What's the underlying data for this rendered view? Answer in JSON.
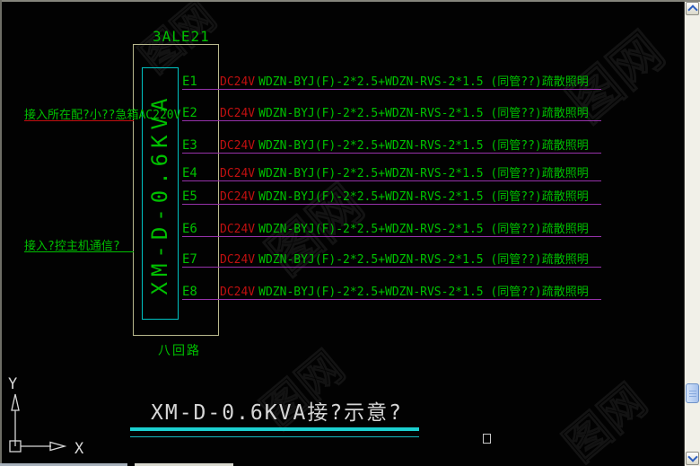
{
  "drawing": {
    "feeder_label": "3ALE21",
    "box_vertical_label": "XM-D-0.6KVA",
    "box_bottom_label": "八回路",
    "note_power": "接入所在配?小??急箱AC220V",
    "note_comm": "接入?控主机通信?",
    "title": "XM-D-0.6KVA接?示意?",
    "circuits": [
      {
        "id": "E1",
        "voltage": "DC24V",
        "cable": "WDZN-BYJ(F)-2*2.5+WDZN-RVS-2*1.5 (同管??)",
        "load": "疏散照明"
      },
      {
        "id": "E2",
        "voltage": "DC24V",
        "cable": "WDZN-BYJ(F)-2*2.5+WDZN-RVS-2*1.5 (同管??)",
        "load": "疏散照明"
      },
      {
        "id": "E3",
        "voltage": "DC24V",
        "cable": "WDZN-BYJ(F)-2*2.5+WDZN-RVS-2*1.5 (同管??)",
        "load": "疏散照明"
      },
      {
        "id": "E4",
        "voltage": "DC24V",
        "cable": "WDZN-BYJ(F)-2*2.5+WDZN-RVS-2*1.5 (同管??)",
        "load": "疏散照明"
      },
      {
        "id": "E5",
        "voltage": "DC24V",
        "cable": "WDZN-BYJ(F)-2*2.5+WDZN-RVS-2*1.5 (同管??)",
        "load": "疏散照明"
      },
      {
        "id": "E6",
        "voltage": "DC24V",
        "cable": "WDZN-BYJ(F)-2*2.5+WDZN-RVS-2*1.5 (同管??)",
        "load": "疏散照明"
      },
      {
        "id": "E7",
        "voltage": "DC24V",
        "cable": "WDZN-BYJ(F)-2*2.5+WDZN-RVS-2*1.5 (同管??)",
        "load": "疏散照明"
      },
      {
        "id": "E8",
        "voltage": "DC24V",
        "cable": "WDZN-BYJ(F)-2*2.5+WDZN-RVS-2*1.5 (同管??)",
        "load": "疏散照明"
      }
    ],
    "colors": {
      "green": "#00c000",
      "red": "#c01010",
      "magenta": "#9632aa",
      "cyan": "#00c3c3",
      "tan": "#b9b98e",
      "title_gray": "#d6d6d6"
    }
  },
  "ucs": {
    "x_label": "X",
    "y_label": "Y"
  },
  "watermark": {
    "text": "图网"
  }
}
